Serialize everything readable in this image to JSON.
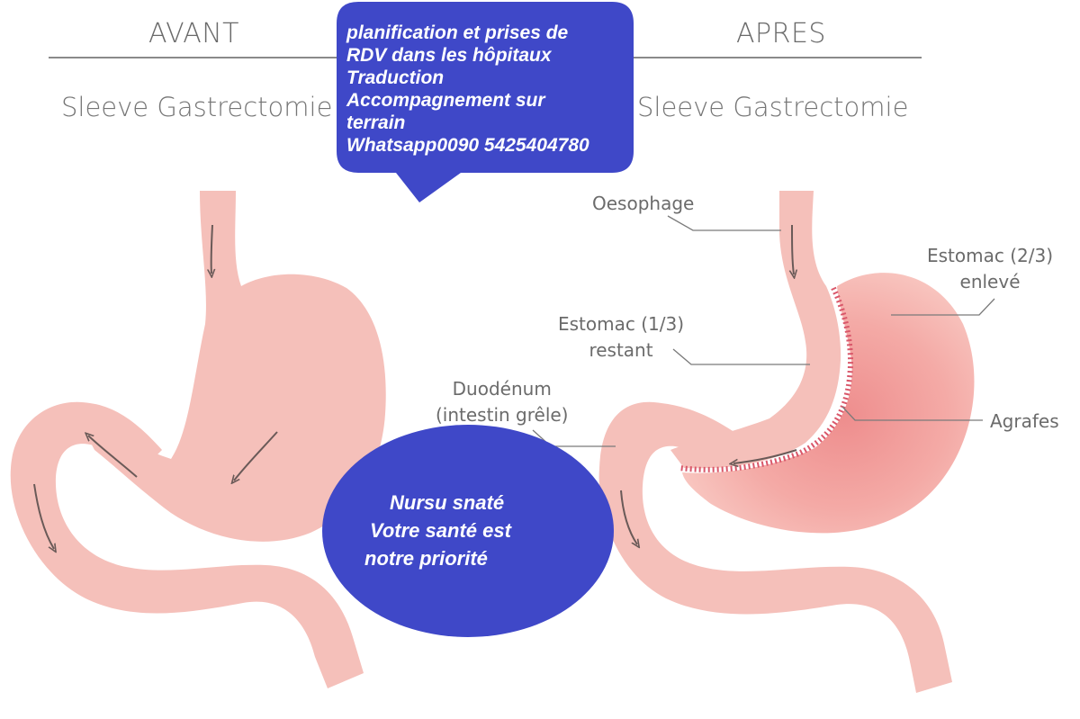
{
  "before": {
    "heading": "AVANT",
    "subtitle": "Sleeve Gastrectomie"
  },
  "after": {
    "heading": "APRES",
    "subtitle": "Sleeve Gastrectomie"
  },
  "labels": {
    "oesophage": "Oesophage",
    "estomac_enleve": [
      "Estomac (2/3)",
      "enlevé"
    ],
    "estomac_restant": [
      "Estomac (1/3)",
      "restant"
    ],
    "duodenum": [
      "Duodénum",
      "(intestin grêle)"
    ],
    "agrafes": "Agrafes"
  },
  "promo_bubble": {
    "lines": [
      "planification et prises de",
      "RDV dans les hôpitaux",
      "Traduction",
      "Accompagnement sur",
      "terrain",
      "Whatsapp0090 5425404780"
    ]
  },
  "slogan_bubble": {
    "lines": [
      "Nursu snaté",
      "Votre santé est",
      "notre priorité"
    ]
  },
  "colors": {
    "organ": "#f5c0ba",
    "organ_dark": "#e98a88",
    "staples": "#d9576a",
    "bubble": "#3f48c8",
    "arrow": "#6a5a58"
  }
}
